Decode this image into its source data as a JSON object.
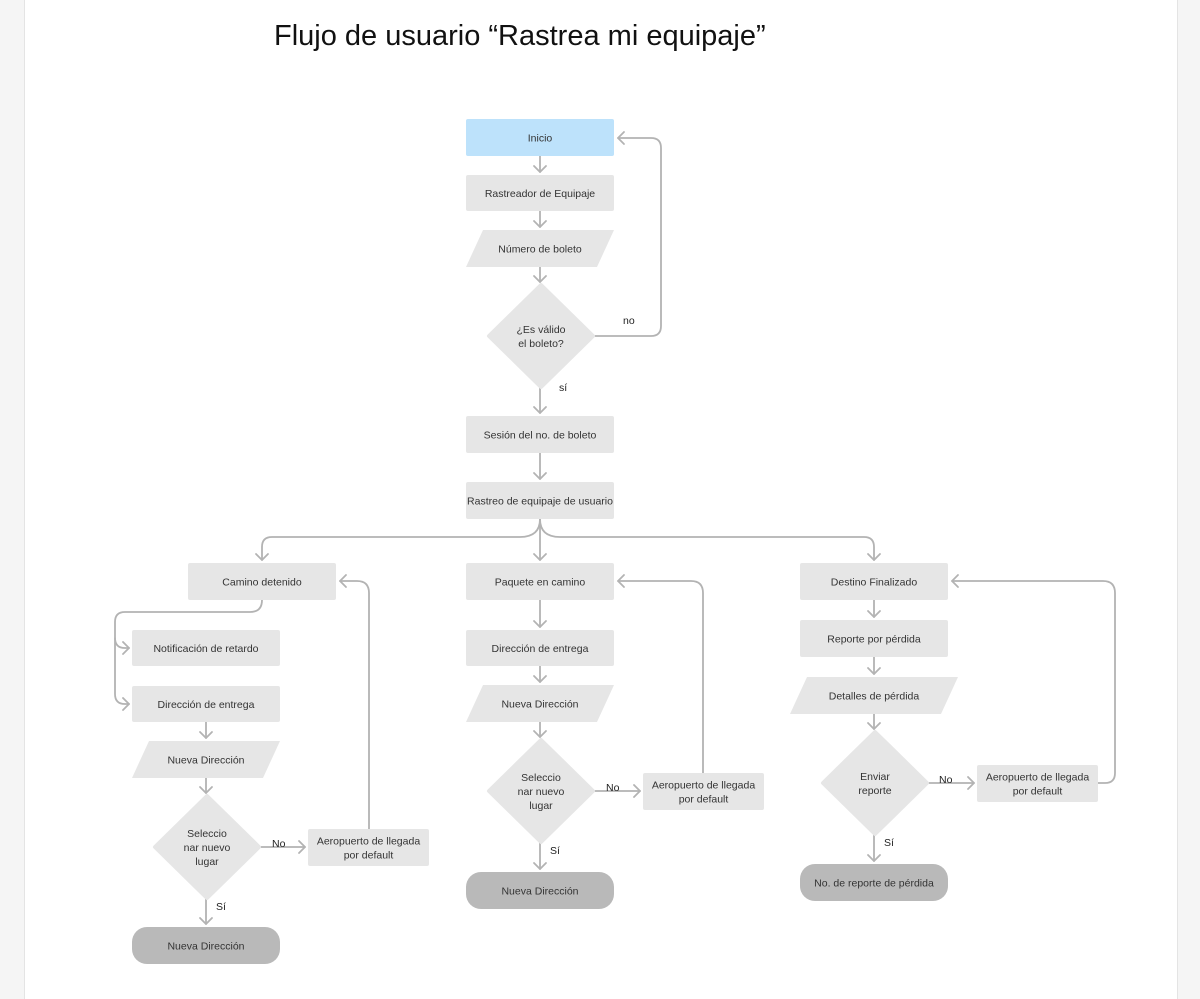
{
  "title": "Flujo de usuario “Rastrea mi equipaje”",
  "colors": {
    "start": "#bde2fb",
    "process": "#e6e6e6",
    "terminal": "#b9b9b9",
    "connector": "#b3b3b3",
    "text": "#333333"
  },
  "nodes": {
    "inicio": [
      "Inicio"
    ],
    "rastreador": [
      "Rastreador de Equipaje"
    ],
    "numero_boleto": [
      "Número de boleto"
    ],
    "es_valido": [
      "¿Es válido",
      "el boleto?"
    ],
    "sesion": [
      "Sesión del no. de boleto"
    ],
    "rastreo_usuario": [
      "Rastreo de equipaje de usuario"
    ],
    "camino_detenido": [
      "Camino detenido"
    ],
    "notificacion_retardo": [
      "Notificación de retardo"
    ],
    "direccion_entrega_1": [
      "Dirección de entrega"
    ],
    "nueva_direccion_input_1": [
      "Nueva Dirección"
    ],
    "seleccionar_1": [
      "Seleccio",
      "nar nuevo",
      "lugar"
    ],
    "aeropuerto_1": [
      "Aeropuerto de llegada",
      "por default"
    ],
    "nueva_direccion_end_1": [
      "Nueva Dirección"
    ],
    "paquete_camino": [
      "Paquete en camino"
    ],
    "direccion_entrega_2": [
      "Dirección de entrega"
    ],
    "nueva_direccion_input_2": [
      "Nueva Dirección"
    ],
    "seleccionar_2": [
      "Seleccio",
      "nar nuevo",
      "lugar"
    ],
    "aeropuerto_2": [
      "Aeropuerto de llegada",
      "por default"
    ],
    "nueva_direccion_end_2": [
      "Nueva Dirección"
    ],
    "destino_finalizado": [
      "Destino Finalizado"
    ],
    "reporte_perdida": [
      "Reporte por pérdida"
    ],
    "detalles_perdida": [
      "Detalles de pérdida"
    ],
    "enviar_reporte": [
      "Enviar",
      "reporte"
    ],
    "aeropuerto_3": [
      "Aeropuerto de llegada",
      "por default"
    ],
    "no_reporte": [
      "No. de reporte de pérdida"
    ]
  },
  "edge_labels": {
    "valido_no": "no",
    "valido_si": "sí",
    "sel1_no": "No",
    "sel1_si": "Sí",
    "sel2_no": "No",
    "sel2_si": "Sí",
    "enviar_no": "No",
    "enviar_si": "Sí"
  }
}
